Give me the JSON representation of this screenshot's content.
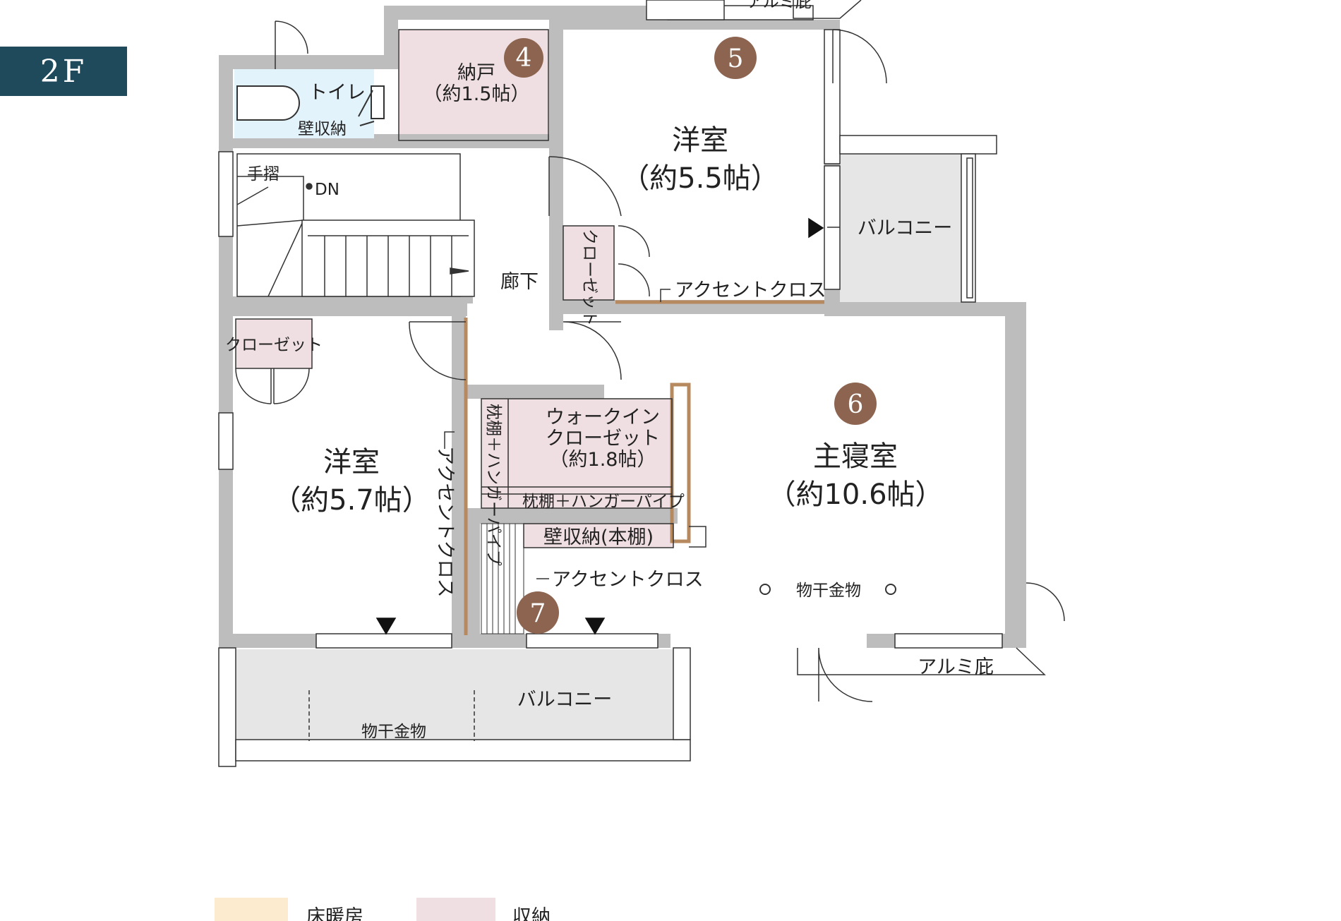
{
  "floor_label": "2F",
  "colors": {
    "wall": "#bdbdbd",
    "storage": "#f0dfe2",
    "floor_heating": "#fdebd0",
    "balcony": "#e6e6e6",
    "toilet": "#e3f3fb",
    "marker": "#8c6450",
    "accent_line": "#b7895e",
    "badge": "#1f4a5c"
  },
  "rooms": {
    "room5": {
      "name": "洋室",
      "area": "（約5.5帖）",
      "number": "5"
    },
    "room4": {
      "name": "納戸",
      "area": "（約1.5帖）",
      "number": "4"
    },
    "room6": {
      "name": "主寝室",
      "area": "（約10.6帖）",
      "number": "6"
    },
    "room_left": {
      "name": "洋室",
      "area": "（約5.7帖）"
    },
    "wic": {
      "line1": "ウォークイン",
      "line2": "クローゼット",
      "area": "（約1.8帖）"
    },
    "toilet": "トイレ",
    "hallway": "廊下",
    "stairs_number": "7"
  },
  "labels": {
    "aluminum_eave_top": "アルミ庇",
    "aluminum_eave_bottom": "アルミ庇",
    "wall_storage_toilet": "壁収納",
    "handrail": "手摺",
    "down": "DN",
    "closet_room5": "クローゼット",
    "closet_left": "クローゼット",
    "accent_cloth_room5": "アクセントクロス",
    "accent_cloth_left": "アクセントクロス",
    "accent_cloth_master": "アクセントクロス",
    "balcony_right": "バルコニー",
    "balcony_bottom": "バルコニー",
    "drying_hardware_master": "物干金物",
    "drying_hardware_balcony": "物干金物",
    "wall_storage_bookshelf": "壁収納(本棚)",
    "shelf_hanger_h": "枕棚＋ハンガーパイプ",
    "shelf_hanger_v": "枕棚＋ハンガーパイプ"
  },
  "legend": [
    {
      "label": "床暖房",
      "color": "#fdebd0"
    },
    {
      "label": "収納",
      "color": "#f0dfe2"
    }
  ]
}
